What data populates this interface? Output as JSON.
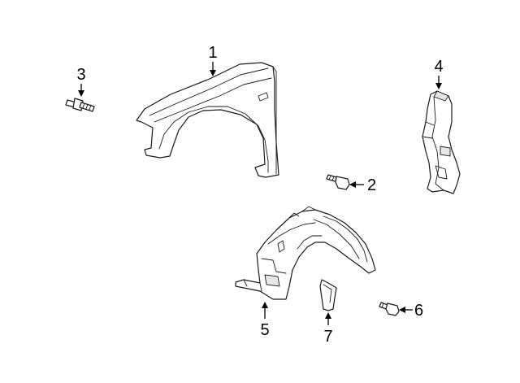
{
  "diagram": {
    "callouts": {
      "fender": "1",
      "fender_bolt": "2",
      "stud": "3",
      "bracket": "4",
      "fender_liner": "5",
      "liner_bolt": "6",
      "splash_shield": "7"
    }
  }
}
